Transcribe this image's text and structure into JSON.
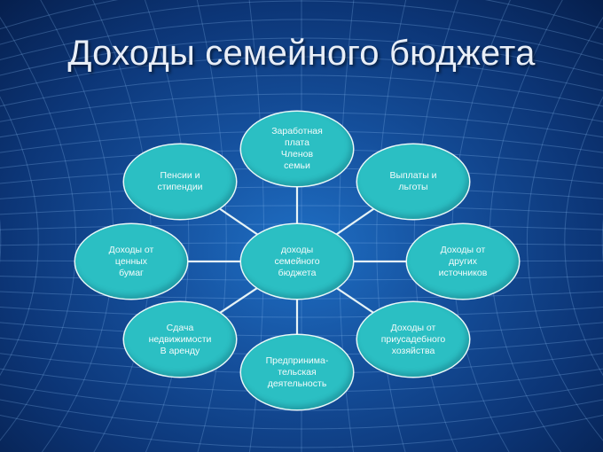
{
  "title": "Доходы семейного бюджета",
  "colors": {
    "node_fill": "#2bbfc3",
    "connector": "#e6f3f6",
    "background": "#15509d"
  },
  "nodes": [
    {
      "id": "center",
      "label": "доходы\nсемейного\nбюджета"
    },
    {
      "id": "wages",
      "label": "Заработная\nплата\nЧленов\nсемьи"
    },
    {
      "id": "payments",
      "label": "Выплаты и\nльготы"
    },
    {
      "id": "other",
      "label": "Доходы от\nдругих\nисточников"
    },
    {
      "id": "household",
      "label": "Доходы от\nприусадебного\nхозяйства"
    },
    {
      "id": "business",
      "label": "Предпринима-\nтельская\nдеятельность"
    },
    {
      "id": "rent",
      "label": "Сдача\nнедвижимости\nВ аренду"
    },
    {
      "id": "securities",
      "label": "Доходы от\nценных\nбумаг"
    },
    {
      "id": "pensions",
      "label": "Пенсии и\nстипендии"
    }
  ],
  "edges": [
    [
      "center",
      "wages"
    ],
    [
      "center",
      "payments"
    ],
    [
      "center",
      "other"
    ],
    [
      "center",
      "household"
    ],
    [
      "center",
      "business"
    ],
    [
      "center",
      "rent"
    ],
    [
      "center",
      "securities"
    ],
    [
      "center",
      "pensions"
    ]
  ]
}
